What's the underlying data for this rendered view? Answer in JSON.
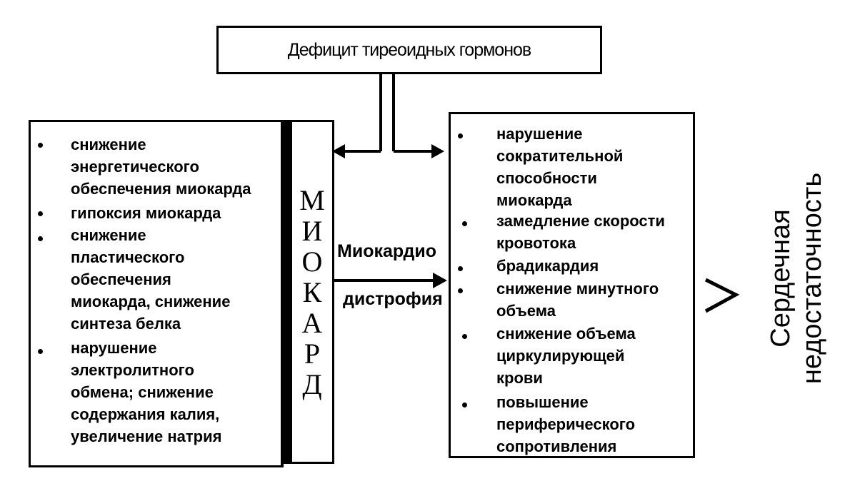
{
  "top": {
    "title": "Дефицит тиреоидных гормонов"
  },
  "left": {
    "items": [
      {
        "text": "снижение\nэнергетического\nобеспечения миокарда"
      },
      {
        "text": "гипоксия миокарда"
      },
      {
        "text": "снижение\nпластического\nобеспечения\nмиокарда, снижение\nсинтеза белка"
      },
      {
        "text": "нарушение\nэлектролитного\nобмена; снижение\nсодержания калия,\nувеличение натрия"
      }
    ]
  },
  "myocard": {
    "letters": [
      "М",
      "И",
      "О",
      "К",
      "А",
      "Р",
      "Д"
    ]
  },
  "arrow": {
    "label_top": "Миокардио",
    "label_bottom": "дистрофия"
  },
  "right": {
    "items": [
      {
        "text": "нарушение\nсократительной\nспособности\nмиокарда"
      },
      {
        "text": "замедление скорости\nкровотока"
      },
      {
        "text": "брадикардия"
      },
      {
        "text": "снижение минутного\nобъема"
      },
      {
        "text": "снижение объема\nциркулирующей\nкрови"
      },
      {
        "text": "повышение\nпериферического\nсопротивления"
      }
    ]
  },
  "result": {
    "line1": "Сердечная",
    "line2": "недостаточность"
  }
}
